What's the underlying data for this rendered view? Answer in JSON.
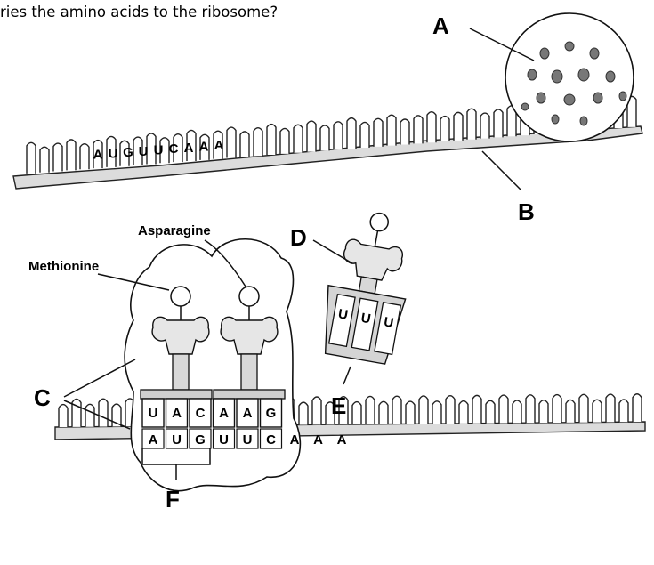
{
  "question": "ries the amino acids to the ribosome?",
  "labels": {
    "a": "A",
    "b": "B",
    "c": "C",
    "d": "D",
    "e": "E",
    "f": "F"
  },
  "amino_acids": {
    "asparagine": "Asparagine",
    "methionine": "Methionine"
  },
  "top_mrna_bases": [
    "A",
    "U",
    "G",
    "U",
    "U",
    "C",
    "A",
    "A",
    "A"
  ],
  "bottom_mrna_bases": [
    "A",
    "U",
    "G",
    "U",
    "U",
    "C",
    "A",
    "A",
    "A"
  ],
  "anticodon_1": [
    "U",
    "A",
    "C"
  ],
  "anticodon_2": [
    "A",
    "A",
    "G"
  ],
  "free_trna_anticodon": [
    "U",
    "U",
    "U"
  ]
}
